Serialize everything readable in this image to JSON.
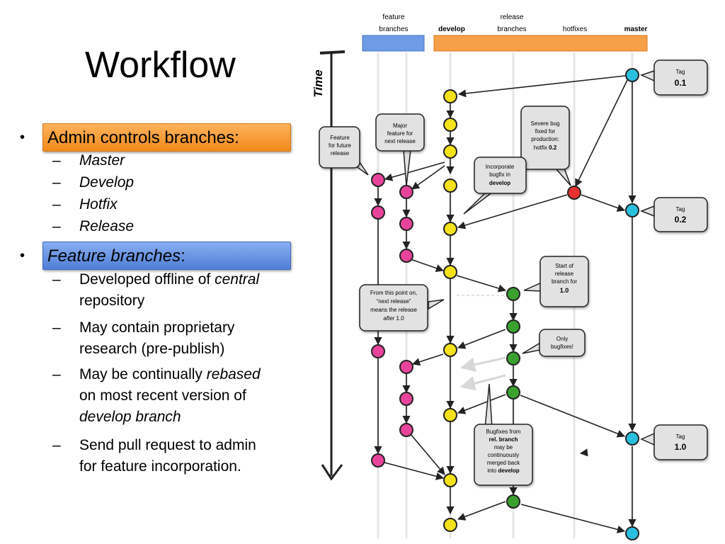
{
  "slide": {
    "title": "Workflow",
    "bullets": [
      {
        "label": "Admin controls branches:",
        "subs": [
          "Master",
          "Develop",
          "Hotfix",
          "Release"
        ]
      },
      {
        "label_italic": "Feature branches",
        "label_suffix": ":",
        "subs": [
          {
            "l1a": "Developed offline of ",
            "l1b": "central",
            "l2": "repository"
          },
          {
            "l1": "May contain proprietary",
            "l2": "research (pre-publish)"
          },
          {
            "l1a": "May be continually ",
            "l1b": "rebased",
            "l2": "on most recent version of",
            "l3": "develop branch"
          },
          {
            "l1": "Send pull request to admin",
            "l2": "for feature incorporation."
          }
        ]
      }
    ]
  },
  "diagram": {
    "headers": {
      "feature": [
        "feature",
        "branches"
      ],
      "develop": "develop",
      "release": [
        "release",
        "branches"
      ],
      "hotfixes": "hotfixes",
      "master": "master"
    },
    "time_label": "Time",
    "callouts": {
      "feature_future": [
        "Feature",
        "for future",
        "release"
      ],
      "major_feature": [
        "Major",
        "feature for",
        "next release"
      ],
      "severe_bug": [
        "Severe bug",
        "fixed for",
        "production:",
        "hotfix ",
        "0.2"
      ],
      "incorporate": [
        "Incorporate",
        "bugfix in",
        "develop"
      ],
      "tag_01": [
        "Tag",
        "0.1"
      ],
      "tag_02": [
        "Tag",
        "0.2"
      ],
      "start_release": [
        "Start of",
        "release",
        "branch for",
        "1.0"
      ],
      "from_this_point": [
        "From this point on,",
        "“next release”",
        "means the release",
        "after",
        " 1.0"
      ],
      "only_bugfixes": [
        "Only",
        "bugfixes!"
      ],
      "bugfixes_from": [
        "Bugfixes from",
        "rel. branch",
        "may be",
        "continuously",
        "merged back",
        "into ",
        "develop"
      ],
      "tag_10": [
        "Tag",
        "1.0"
      ]
    },
    "colors": {
      "feature": "#e8449b",
      "develop": "#f4e21a",
      "release": "#3aa12f",
      "hotfix": "#e8312e",
      "master": "#29c0e0",
      "feature_header": "#6e9be6",
      "branch_header": "#f7a04a"
    }
  }
}
